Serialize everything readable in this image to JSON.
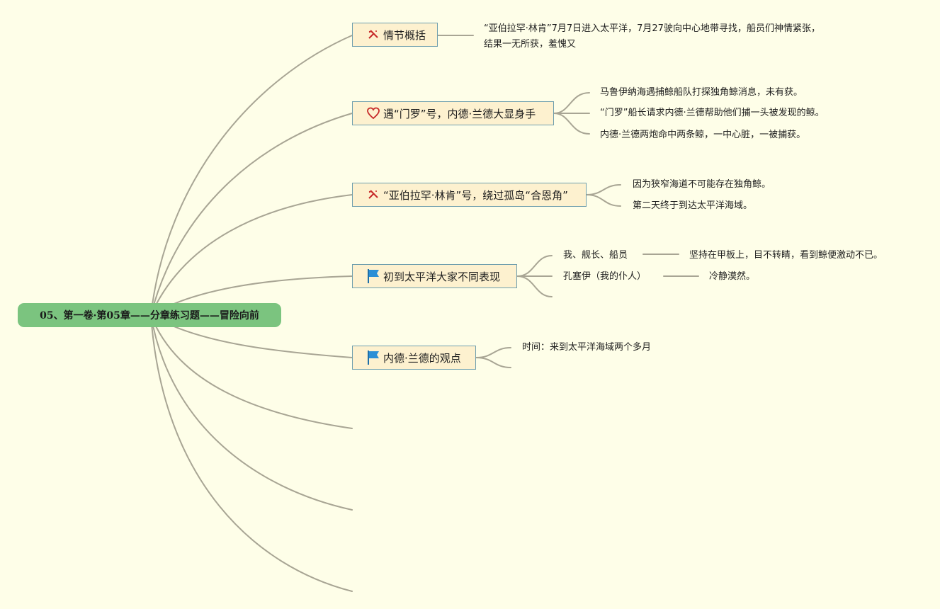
{
  "root": {
    "label": "05、第一卷·第05章——分章练习题——冒险向前"
  },
  "topics": [
    {
      "label": "情节概括",
      "icon": "pickaxe-icon"
    },
    {
      "label": "遇“门罗”号，内德·兰德大显身手",
      "icon": "heart-icon"
    },
    {
      "label": "“亚伯拉罕·林肯”号，绕过孤岛“合恩角”",
      "icon": "pickaxe-icon"
    },
    {
      "label": "初到太平洋大家不同表现",
      "icon": "flag-icon"
    },
    {
      "label": "内德·兰德的观点",
      "icon": "flag-icon"
    }
  ],
  "details": {
    "summary": "“亚伯拉罕·林肯”7月7日进入太平洋，7月27驶向中心地带寻找，船员们神情紧张，结果一无所获，羞愧又",
    "monroe": [
      "马鲁伊纳海遇捕鲸船队打探独角鲸消息，未有获。",
      "“门罗”船长请求内德·兰德帮助他们捕一头被发现的鲸。",
      "内德·兰德两炮命中两条鲸，一中心脏，一被捕获。"
    ],
    "cape": [
      "因为狭窄海道不可能存在独角鲸。",
      "第二天终于到达太平洋海域。"
    ],
    "pacific": [
      {
        "who": "我、舰长、船员",
        "reaction": "坚持在甲板上，目不转睛，看到鲸便激动不已。"
      },
      {
        "who": "孔塞伊（我的仆人）",
        "reaction": "冷静漠然。"
      }
    ],
    "ned": [
      "时间：来到太平洋海域两个多月"
    ]
  },
  "colors": {
    "background": "#fefee8",
    "root_fill": "#7bc47f",
    "topic_fill": "#fdf1cf",
    "topic_border": "#6f9fae",
    "connector": "#a8a594",
    "icon_red": "#c62828",
    "icon_blue": "#2b8fd6"
  }
}
